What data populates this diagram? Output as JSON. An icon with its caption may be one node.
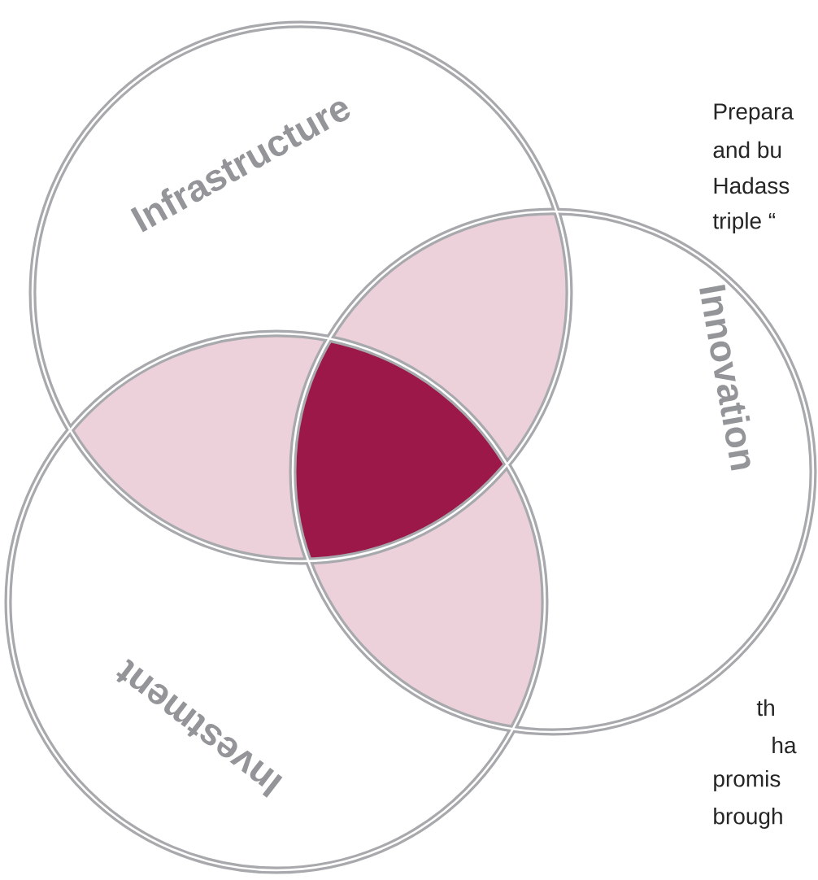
{
  "diagram": {
    "nodes": [
      {
        "text": [
          "Infrastructure"
        ]
      },
      {
        "text": [
          "Innovation"
        ]
      },
      {
        "text": [
          "Investment"
        ]
      }
    ],
    "labels": [
      "Prepara",
      "and bu",
      "Hadass",
      "triple “",
      "th",
      "ha",
      "promis",
      "brough"
    ]
  }
}
